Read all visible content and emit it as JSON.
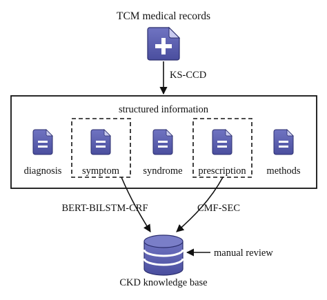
{
  "source": {
    "title": "TCM medical records",
    "icon": "document-plus-icon"
  },
  "extraction_method": "KS-CCD",
  "structured": {
    "title": "structured information",
    "items": [
      {
        "label": "diagnosis",
        "icon": "document-icon",
        "highlighted": false
      },
      {
        "label": "symptom",
        "icon": "document-icon",
        "highlighted": true
      },
      {
        "label": "syndrome",
        "icon": "document-icon",
        "highlighted": false
      },
      {
        "label": "prescription",
        "icon": "document-icon",
        "highlighted": true
      },
      {
        "label": "methods",
        "icon": "document-icon",
        "highlighted": false
      }
    ]
  },
  "methods": {
    "left": "BERT-BILSTM-CRF",
    "right": "CMF-SEC"
  },
  "knowledge_base": {
    "title": "CKD knowledge base",
    "icon": "database-icon"
  },
  "review": {
    "label": "manual review"
  },
  "colors": {
    "icon_fill": "#5b5fae",
    "icon_dark": "#3d4190",
    "icon_stroke": "#2b2e6e",
    "line": "#111111"
  }
}
